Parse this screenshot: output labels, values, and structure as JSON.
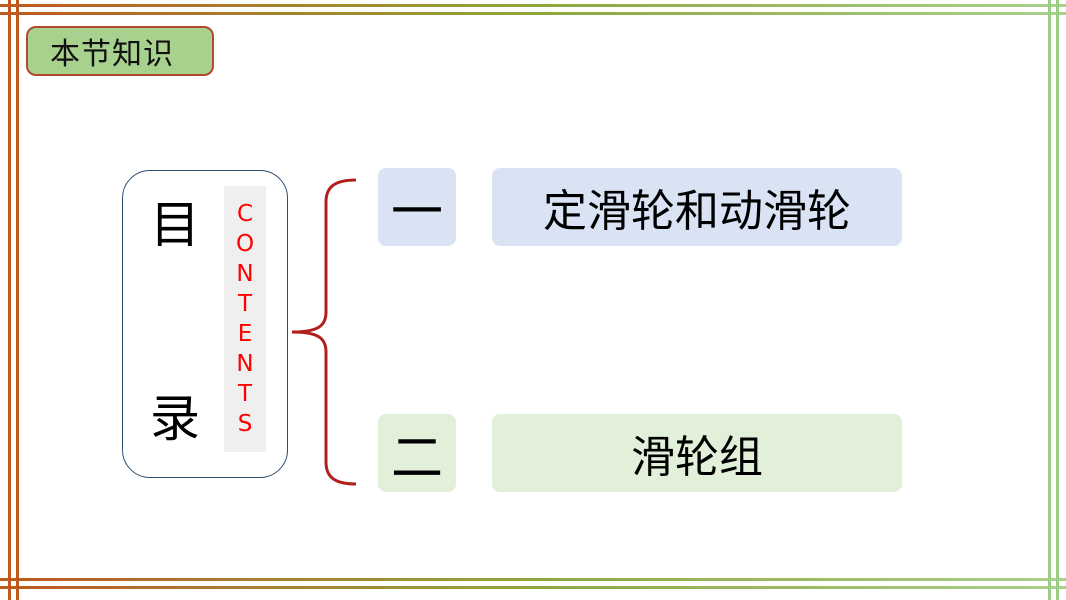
{
  "section_tag": "本节知识",
  "toc": {
    "char_1": "目",
    "char_2": "录",
    "contents_letters": [
      "C",
      "O",
      "N",
      "T",
      "E",
      "N",
      "T",
      "S"
    ]
  },
  "items": [
    {
      "number": "一",
      "title": "定滑轮和动滑轮"
    },
    {
      "number": "二",
      "title": "滑轮组"
    }
  ],
  "colors": {
    "accent_orange": "#c0591d",
    "accent_green": "#a9d18e",
    "item1_bg": "#dae3f3",
    "item2_bg": "#e2f0d9",
    "contents_red": "#ff0000",
    "brace_red": "#b0201c"
  }
}
